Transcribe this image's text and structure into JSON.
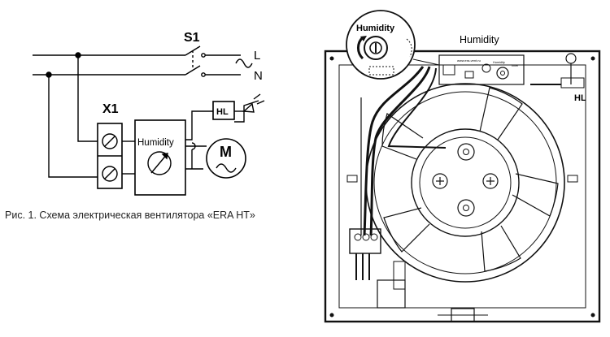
{
  "schematic": {
    "switch_label": "S1",
    "line_label": "L",
    "neutral_label": "N",
    "terminal_label": "X1",
    "sensor_label": "Humidity",
    "lamp_label": "HL",
    "motor_label": "M"
  },
  "caption": "Рис. 1. Схема электрическая вентилятора «ERA HT»",
  "device": {
    "callout_label": "Humidity",
    "board_label": "Humidity",
    "lamp_label": "HL",
    "board_website": "www.era-vent.ru",
    "board_knob_humidity": "Humidity",
    "board_knob_timer": "Timer"
  }
}
